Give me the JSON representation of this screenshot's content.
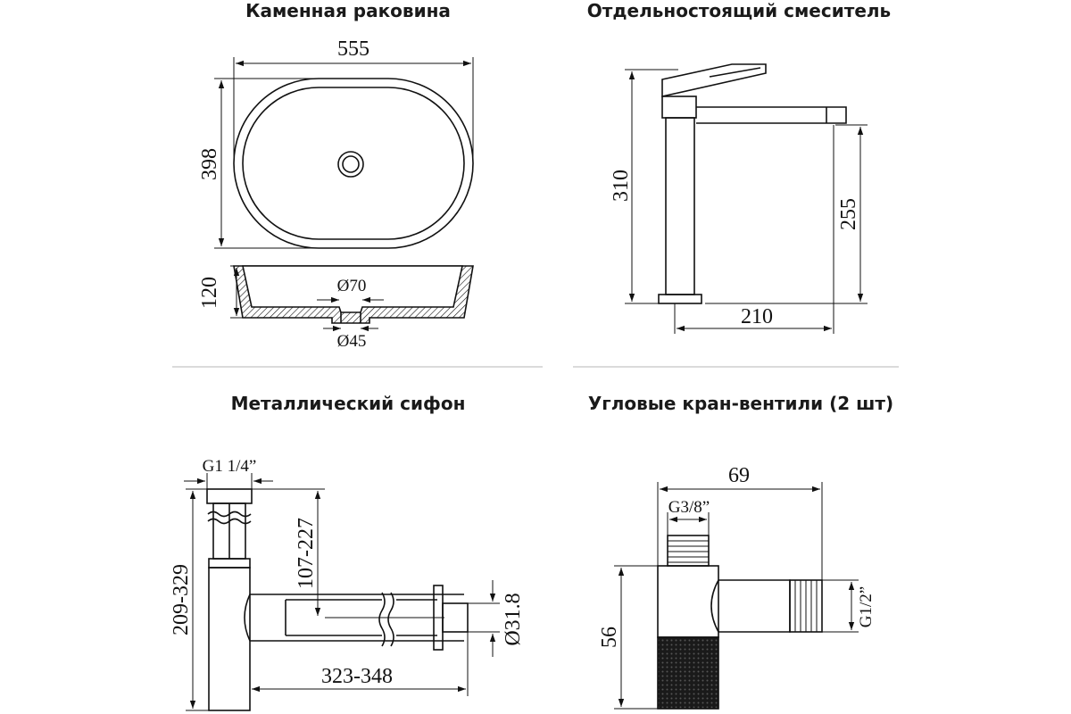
{
  "panels": {
    "sink": {
      "title": "Каменная раковина",
      "dims": {
        "width": "555",
        "depth": "398",
        "height": "120",
        "outlet_top": "Ø70",
        "outlet_bottom": "Ø45"
      }
    },
    "faucet": {
      "title": "Отдельностоящий смеситель",
      "dims": {
        "height": "310",
        "spout_height": "255",
        "reach": "210"
      }
    },
    "siphon": {
      "title": "Металлический сифон",
      "dims": {
        "thread": "G1 1/4”",
        "height_range": "209-329",
        "adjust_range": "107-227",
        "length_range": "323-348",
        "pipe_diameter": "Ø31.8"
      }
    },
    "valve": {
      "title": "Угловые кран-вентили (2 шт)",
      "dims": {
        "length": "69",
        "thread_top": "G3/8”",
        "thread_side": "G1/2”",
        "height": "56"
      }
    }
  }
}
